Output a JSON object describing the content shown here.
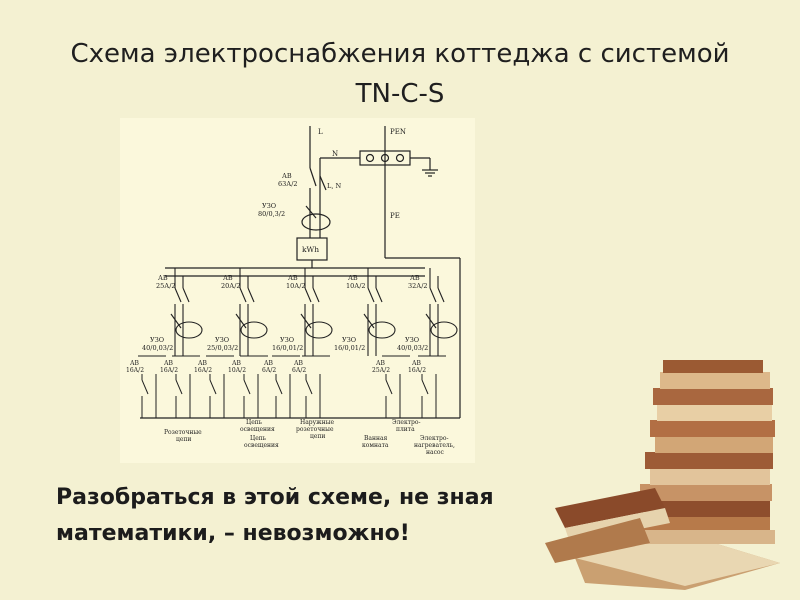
{
  "slide": {
    "title_line1": "Схема электроснабжения коттеджа с системой",
    "title_line2": "TN-C-S",
    "caption_line1": "Разобраться в этой схеме, не зная",
    "caption_line2": "математики,  – невозможно!"
  },
  "diagram": {
    "top_labels": [
      "L",
      "PEN",
      "N",
      "PE"
    ],
    "main_breaker": {
      "type": "АВ",
      "rating": "63А/2",
      "side": "L, N"
    },
    "main_rcd": {
      "type": "УЗО",
      "rating": "80/0,3/2"
    },
    "meter": "kWh",
    "group_breakers": [
      {
        "type": "АВ",
        "rating": "25А/2"
      },
      {
        "type": "АВ",
        "rating": "20А/2"
      },
      {
        "type": "АВ",
        "rating": "10А/2"
      },
      {
        "type": "АВ",
        "rating": "10А/2"
      },
      {
        "type": "АВ",
        "rating": "32А/2"
      }
    ],
    "group_rcds": [
      {
        "type": "УЗО",
        "rating": "40/0,03/2"
      },
      {
        "type": "УЗО",
        "rating": "25/0,03/2"
      },
      {
        "type": "УЗО",
        "rating": "16/0,01/2"
      },
      {
        "type": "УЗО",
        "rating": "16/0,01/2"
      },
      {
        "type": "УЗО",
        "rating": "40/0,03/2"
      }
    ],
    "branch_breakers": [
      {
        "type": "АВ",
        "rating": "16А/2"
      },
      {
        "type": "АВ",
        "rating": "16А/2"
      },
      {
        "type": "АВ",
        "rating": "16А/2"
      },
      {
        "type": "АВ",
        "rating": "10А/2"
      },
      {
        "type": "АВ",
        "rating": "6А/2"
      },
      {
        "type": "АВ",
        "rating": "6А/2"
      },
      {
        "type": "АВ",
        "rating": "25А/2"
      },
      {
        "type": "АВ",
        "rating": "16А/2"
      }
    ],
    "circuits": [
      {
        "line1": "Розеточные",
        "line2": "цепи"
      },
      {
        "line1": "Цепь",
        "line2": "освещения"
      },
      {
        "line1": "Цепь",
        "line2": "освещения"
      },
      {
        "line1": "Наружные",
        "line2": "розеточные",
        "line3": "цепи"
      },
      {
        "line1": "Ванная",
        "line2": "комната"
      },
      {
        "line1": "Электро-",
        "line2": "плита"
      },
      {
        "line1": "Электро-",
        "line2": "нагреватель,",
        "line3": "насос"
      }
    ]
  },
  "colors": {
    "background": "#f4f1d2",
    "diagram_background": "#fbf8dc",
    "text": "#1f1f1f"
  }
}
